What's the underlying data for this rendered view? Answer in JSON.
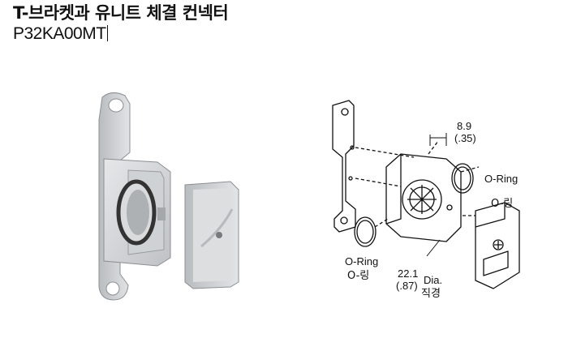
{
  "title_ko": "T-브라켓과 유니트 체결 컨넥터",
  "model": "P32KA00MT",
  "labels": {
    "dim1_mm": "8.9",
    "dim1_in": "(.35)",
    "oring_right": "O-Ring",
    "oring_right_ko": "O-링",
    "oring_left": "O-Ring",
    "oring_left_ko": "O-링",
    "dim2_mm": "22.1",
    "dim2_in": "(.87)",
    "dia": "Dia.",
    "dia_ko": "직경"
  }
}
